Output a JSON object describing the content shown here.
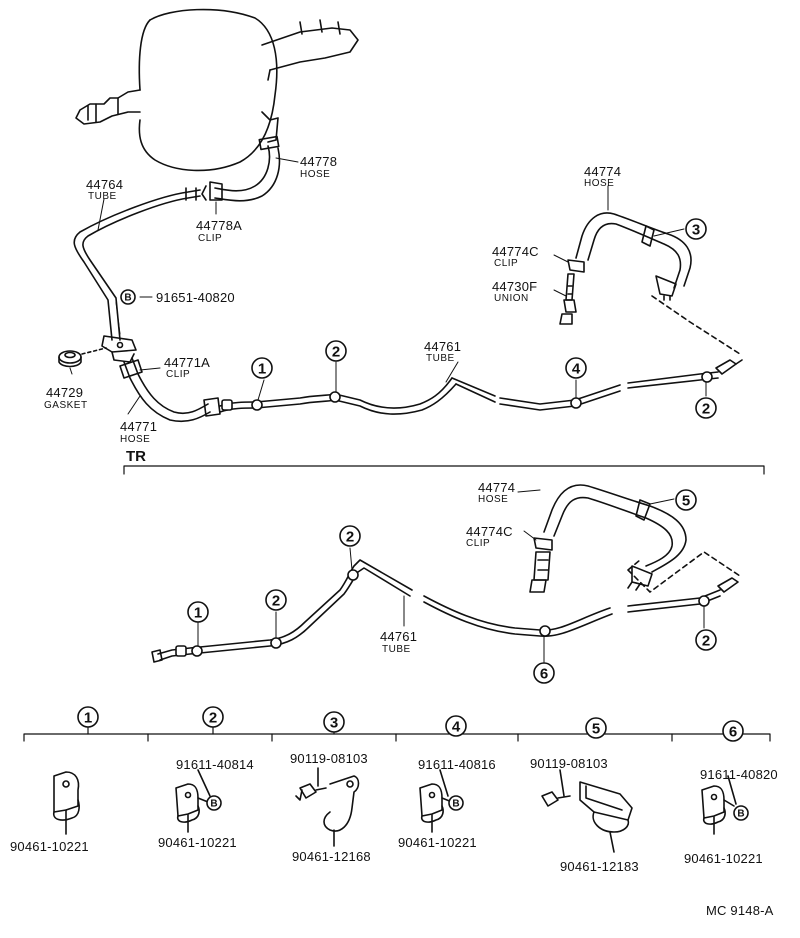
{
  "labels": {
    "p44778": "44778",
    "p44778_sub": "HOSE",
    "p44764": "44764",
    "p44764_sub": "TUBE",
    "p44778A": "44778A",
    "p44778A_sub": "CLIP",
    "p44774_top": "44774",
    "p44774_top_sub": "HOSE",
    "p44774C_top": "44774C",
    "p44774C_top_sub": "CLIP",
    "p44730F": "44730F",
    "p44730F_sub": "UNION",
    "p91651": "91651-40820",
    "p44761_top": "44761",
    "p44761_top_sub": "TUBE",
    "p44771A": "44771A",
    "p44771A_sub": "CLIP",
    "p44729": "44729",
    "p44729_sub": "GASKET",
    "p44771": "44771",
    "p44771_sub": "HOSE",
    "tr": "TR",
    "p44774_bot": "44774",
    "p44774_bot_sub": "HOSE",
    "p44774C_bot": "44774C",
    "p44774C_bot_sub": "CLIP",
    "p44761_bot": "44761",
    "p44761_bot_sub": "TUBE",
    "d2_a": "91611-40814",
    "d2_b": "90461-10221",
    "d1_b": "90461-10221",
    "d3_a": "90119-08103",
    "d3_b": "90461-12168",
    "d4_a": "91611-40816",
    "d4_b": "90461-10221",
    "d5_a": "90119-08103",
    "d5_b": "90461-12183",
    "d6_a": "91611-40820",
    "d6_b": "90461-10221",
    "code": "MC  9148-A"
  },
  "callouts": {
    "one": "1",
    "two": "2",
    "three": "3",
    "four": "4",
    "five": "5",
    "six": "6",
    "bolt": "B"
  }
}
